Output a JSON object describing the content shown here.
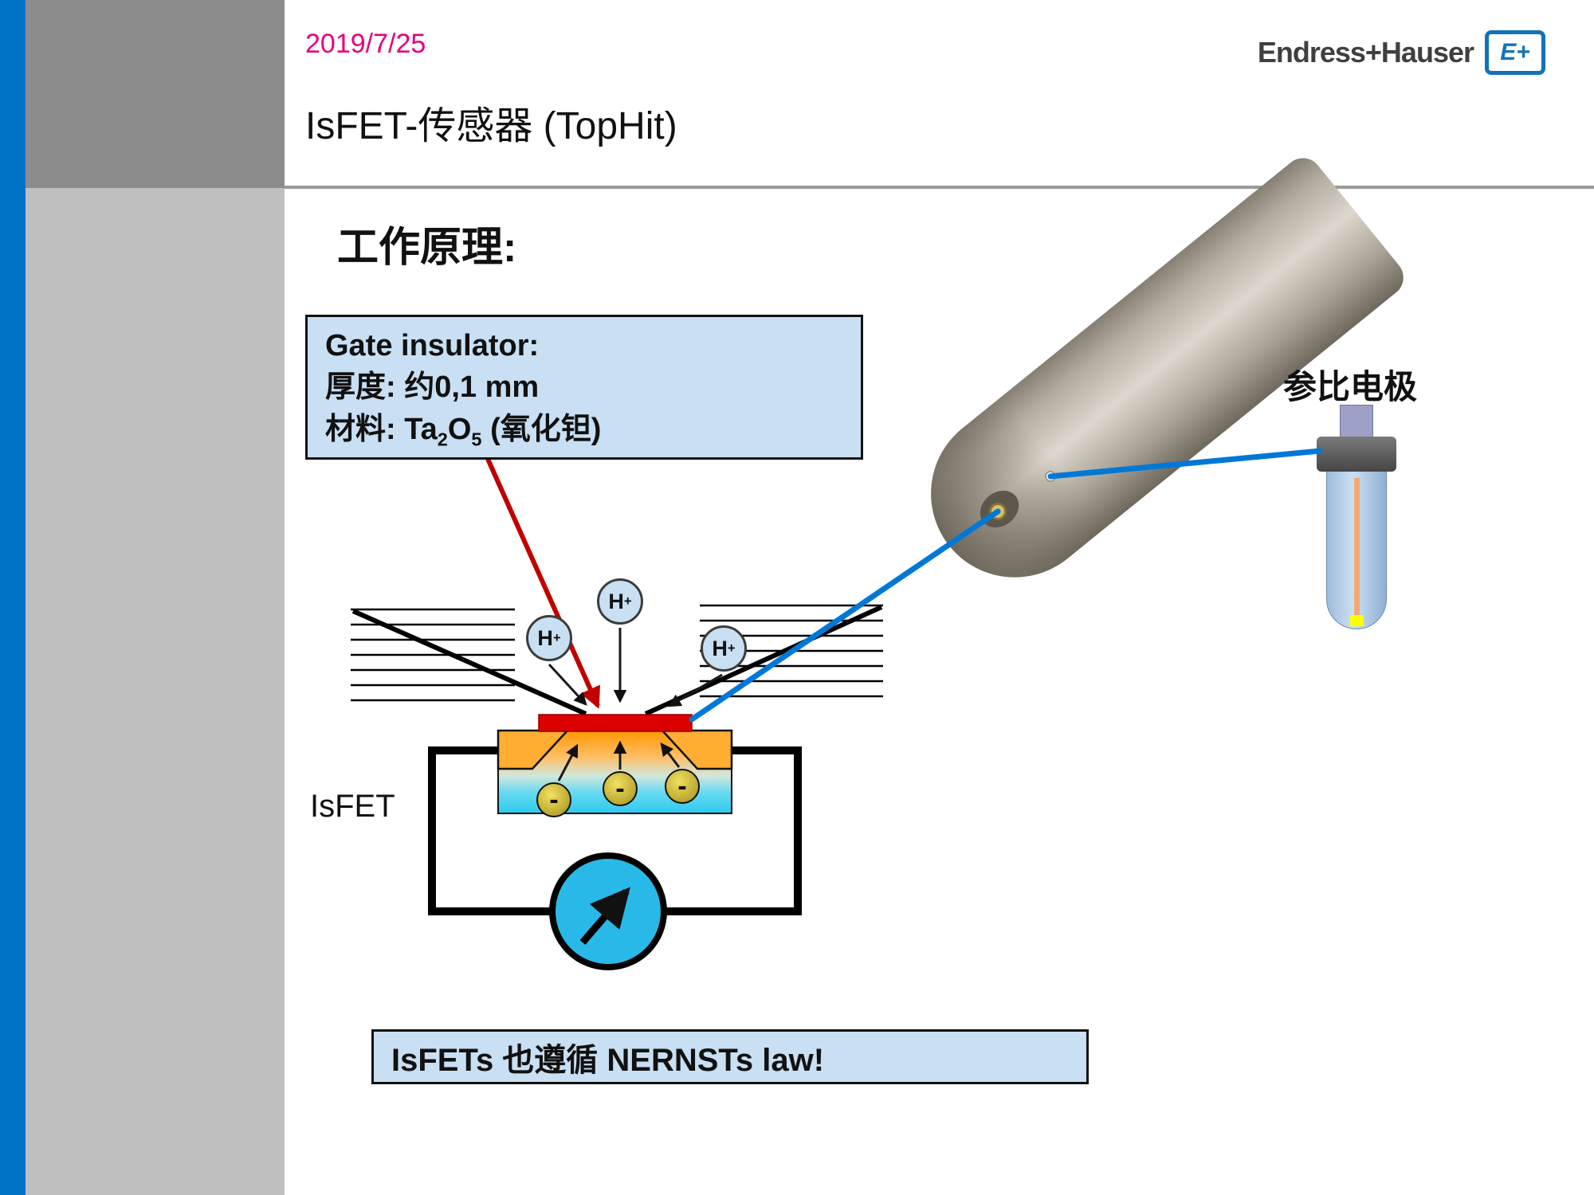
{
  "header": {
    "date": "2019/7/25",
    "title": "IsFET-传感器 (TopHit)",
    "brand": "Endress+Hauser",
    "brand_icon": "E+"
  },
  "content": {
    "heading": "工作原理:",
    "gate_box": {
      "line1": "Gate insulator:",
      "line2": "厚度: 约0,1 mm",
      "line3_prefix": "材料: Ta",
      "line3_sub1": "2",
      "line3_mid": "O",
      "line3_sub2": "5",
      "line3_suffix": " (氧化钽)"
    },
    "isfet_label": "IsFET",
    "reference_label": "参比电极",
    "nernst_note": "IsFETs 也遵循  NERNSTs law!",
    "ions": [
      {
        "base": "H",
        "sup": "+"
      },
      {
        "base": "H",
        "sup": "+"
      },
      {
        "base": "H",
        "sup": "+"
      }
    ],
    "electrons": [
      "-",
      "-",
      "-"
    ]
  },
  "colors": {
    "accent_blue": "#0072C6",
    "date_pink": "#E6007E",
    "box_fill": "#C9DFF3",
    "gate_red": "#DD0000",
    "meter_cyan": "#29B9E8",
    "connector_blue": "#0078D7"
  }
}
